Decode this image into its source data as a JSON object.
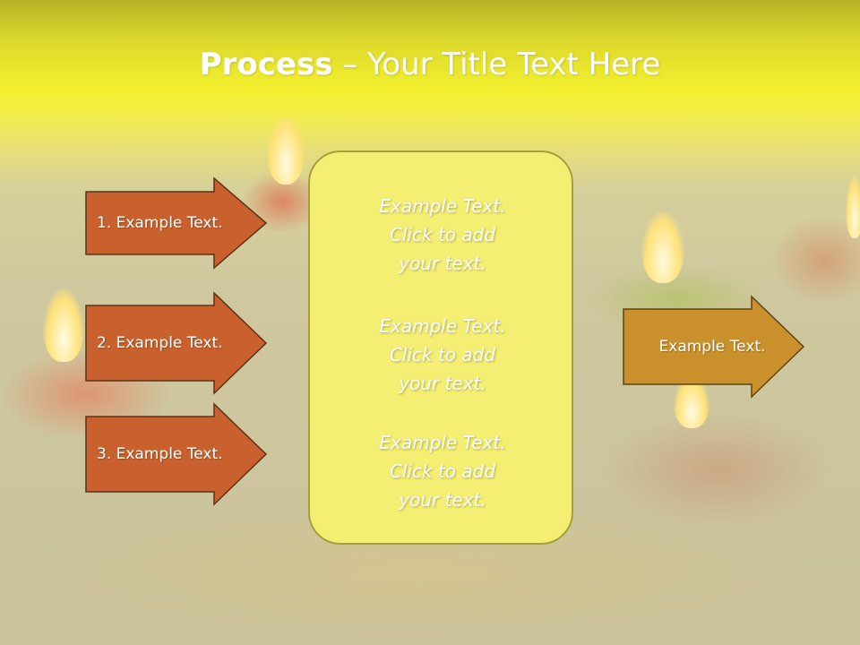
{
  "slide": {
    "title_bold": "Process",
    "title_rest": " – Your Title Text Here"
  },
  "left_arrows": [
    {
      "label": "1. Example Text."
    },
    {
      "label": "2. Example Text."
    },
    {
      "label": "3. Example Text."
    }
  ],
  "center_box": {
    "items": [
      "Example Text.\nClick  to add\nyour text.",
      "Example Text.\nClick  to add\nyour text.",
      "Example Text.\nClick  to add\nyour text."
    ]
  },
  "right_arrow": {
    "label": "Example Text."
  },
  "colors": {
    "left_arrow_fill": "#c8612d",
    "left_arrow_stroke": "#5b3318",
    "right_arrow_fill": "#c9902b",
    "right_arrow_stroke": "#5d4416",
    "center_box_fill": "#f4ee72",
    "title_band": "#f2ef2e"
  }
}
